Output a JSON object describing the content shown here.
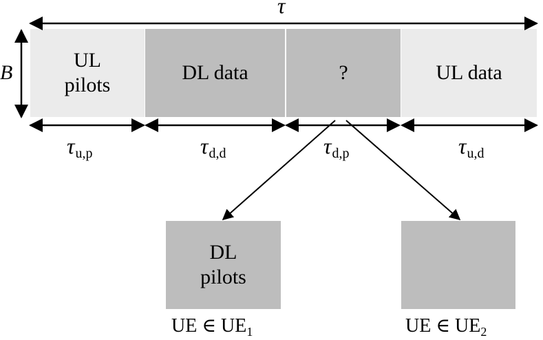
{
  "total_duration_label": "τ",
  "bandwidth_label": "B",
  "frame": [
    {
      "label_line1": "UL",
      "label_line2": "pilots",
      "duration_symbol": "τ",
      "duration_subscript": "u,p"
    },
    {
      "label_line1": "DL data",
      "label_line2": "",
      "duration_symbol": "τ",
      "duration_subscript": "d,d"
    },
    {
      "label_line1": "?",
      "label_line2": "",
      "duration_symbol": "τ",
      "duration_subscript": "d,p"
    },
    {
      "label_line1": "UL data",
      "label_line2": "",
      "duration_symbol": "τ",
      "duration_subscript": "u,d"
    }
  ],
  "sub_blocks": [
    {
      "label_line1": "DL",
      "label_line2": "pilots",
      "ue_text": "UE  ∈ UE",
      "ue_subscript": "1"
    },
    {
      "label_line1": "",
      "label_line2": "",
      "ue_text": "UE  ∈ UE",
      "ue_subscript": "2"
    }
  ],
  "colors": {
    "light_block": "#ebebeb",
    "dark_block": "#bdbdbd",
    "line": "#000000"
  }
}
